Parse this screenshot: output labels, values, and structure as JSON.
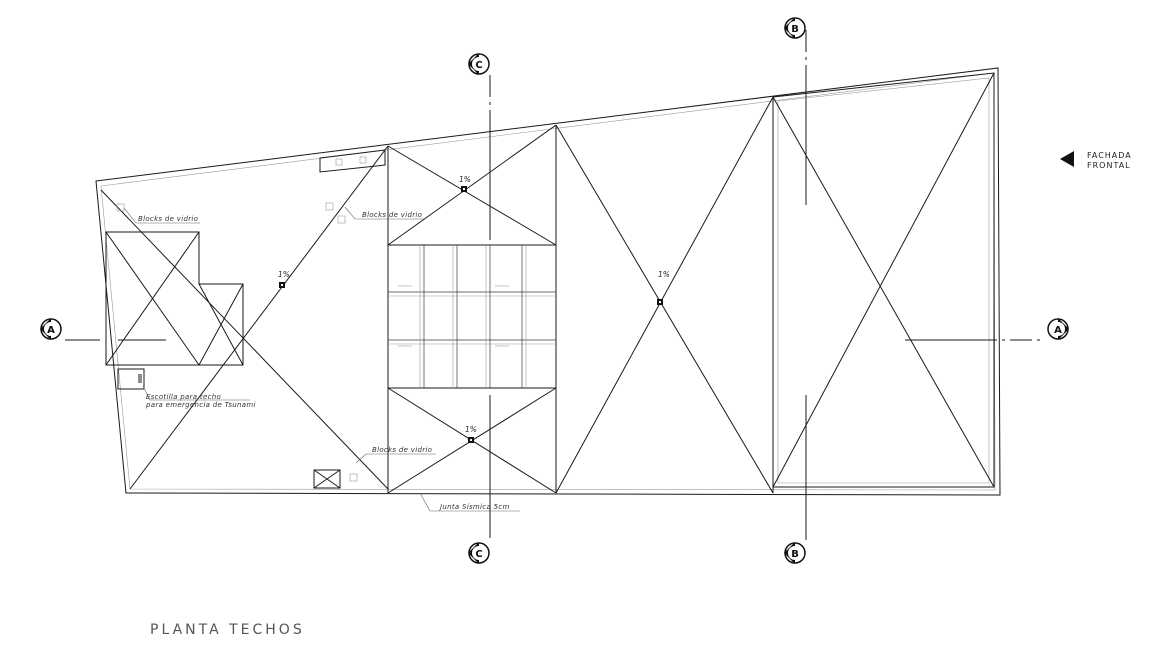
{
  "plan": {
    "title": "PLANTA TECHOS"
  },
  "facade": {
    "line1": "FACHADA",
    "line2": "FRONTAL"
  },
  "sections": {
    "a_left": "A",
    "a_right": "A",
    "b_top": "B",
    "b_bottom": "B",
    "c_top": "C",
    "c_bottom": "C"
  },
  "slopes": {
    "left": "1%",
    "center_top": "1%",
    "center_bottom": "1%",
    "right": "1%"
  },
  "notes": {
    "glass_blocks_left": "Blocks de vidrio",
    "glass_blocks_center": "Blocks de vidrio",
    "glass_blocks_bottom": "Blocks de vidrio",
    "ladder_line1": "Escotilla para techo",
    "ladder_line2": "para emergencia de Tsunami",
    "seismic_joint": "Junta Sísmica   5cm"
  },
  "colors": {
    "line": "#1a1a1a",
    "title": "#555555",
    "background": "#ffffff"
  }
}
